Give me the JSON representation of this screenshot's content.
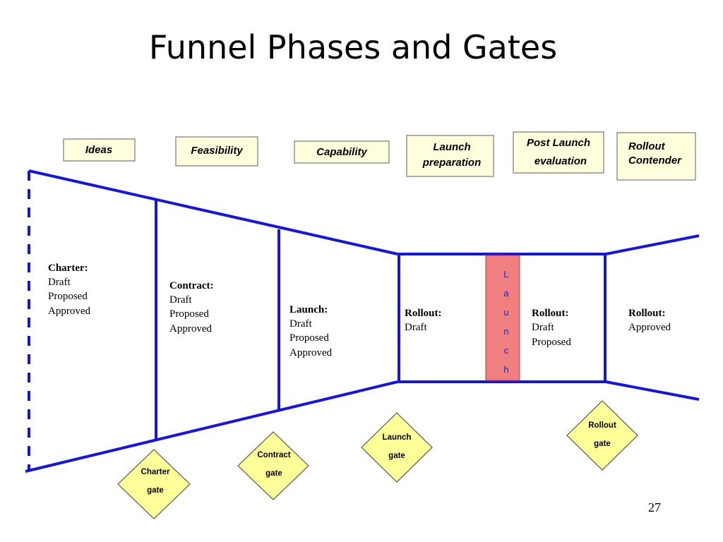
{
  "slide": {
    "title": "Funnel Phases and Gates",
    "page_number": "27"
  },
  "phases": [
    {
      "lines": [
        "Ideas"
      ]
    },
    {
      "lines": [
        "Feasibility"
      ]
    },
    {
      "lines": [
        "Capability"
      ]
    },
    {
      "lines": [
        "Launch",
        "preparation"
      ]
    },
    {
      "lines": [
        "Post Launch",
        "evaluation"
      ]
    },
    {
      "lines": [
        "Rollout",
        "Contender"
      ]
    }
  ],
  "stages": [
    {
      "heading": "Charter:",
      "lines": [
        "Draft",
        "Proposed",
        "Approved"
      ]
    },
    {
      "heading": "Contract:",
      "lines": [
        "Draft",
        "Proposed",
        "Approved"
      ]
    },
    {
      "heading": "Launch:",
      "lines": [
        "Draft",
        "Proposed",
        "Approved"
      ]
    },
    {
      "heading": "Rollout:",
      "lines": [
        "Draft"
      ]
    },
    {
      "heading": "Rollout:",
      "lines": [
        "Draft",
        "Proposed"
      ]
    },
    {
      "heading": "Rollout:",
      "lines": [
        "Approved"
      ]
    }
  ],
  "launch_bar": {
    "letters": [
      "L",
      "a",
      "u",
      "n",
      "c",
      "h"
    ]
  },
  "gates": [
    {
      "lines": [
        "Charter",
        "gate"
      ]
    },
    {
      "lines": [
        "Contract",
        "gate"
      ]
    },
    {
      "lines": [
        "Launch",
        "gate"
      ]
    },
    {
      "lines": [
        "Rollout",
        "gate"
      ]
    }
  ],
  "colors": {
    "funnel_line": "#1515e0",
    "gate_fill": "#ffff99",
    "launch_fill": "#f07f7f",
    "box_border": "#666666"
  }
}
